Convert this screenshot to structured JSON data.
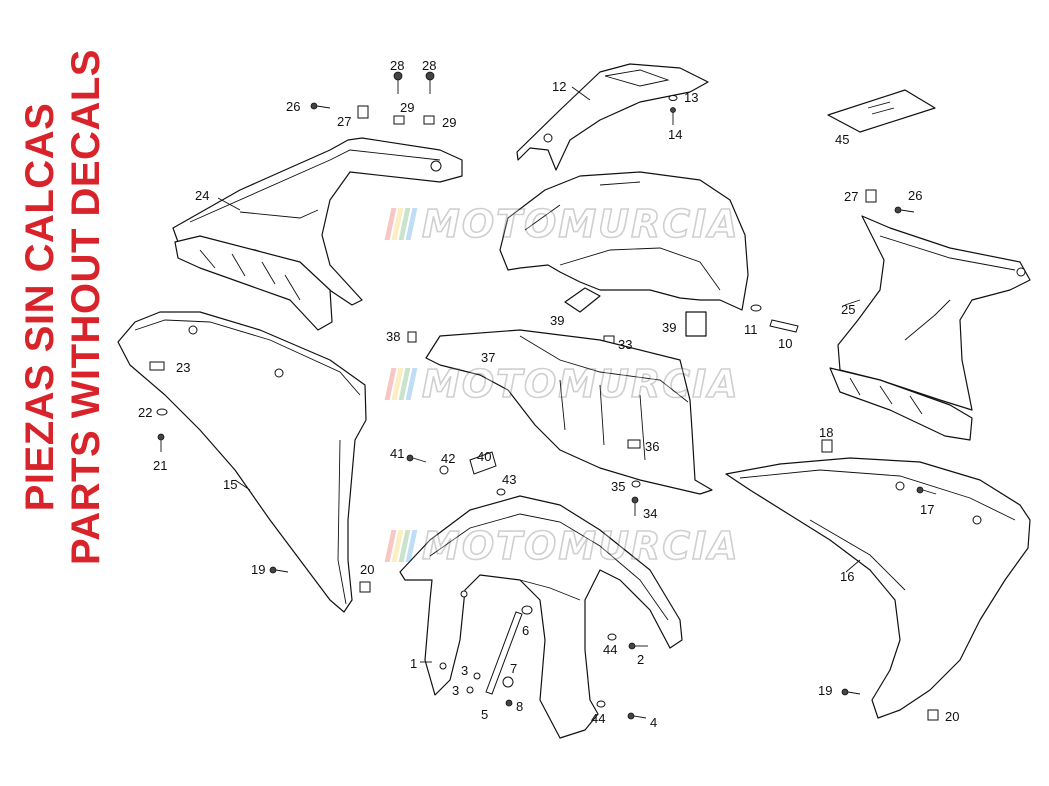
{
  "side_text": {
    "line1": "PIEZAS SIN CALCAS",
    "line2": "PARTS WITHOUT DECALS"
  },
  "watermark": {
    "text": "MOTOMURCIA",
    "stripe_colors": [
      "#e53935",
      "#fbc02d",
      "#43a047",
      "#1e88e5"
    ]
  },
  "colors": {
    "side_text": "#d8232a",
    "line_art": "#111111"
  },
  "callouts": [
    {
      "id": "c28a",
      "text": "28"
    },
    {
      "id": "c28b",
      "text": "28"
    },
    {
      "id": "c26a",
      "text": "26"
    },
    {
      "id": "c29a",
      "text": "29"
    },
    {
      "id": "c27a",
      "text": "27"
    },
    {
      "id": "c29b",
      "text": "29"
    },
    {
      "id": "c12",
      "text": "12"
    },
    {
      "id": "c13",
      "text": "13"
    },
    {
      "id": "c14",
      "text": "14"
    },
    {
      "id": "c45",
      "text": "45"
    },
    {
      "id": "c24",
      "text": "24"
    },
    {
      "id": "c27b",
      "text": "27"
    },
    {
      "id": "c26b",
      "text": "26"
    },
    {
      "id": "c25",
      "text": "25"
    },
    {
      "id": "c39a",
      "text": "39"
    },
    {
      "id": "c39b",
      "text": "39"
    },
    {
      "id": "c11",
      "text": "11"
    },
    {
      "id": "c10",
      "text": "10"
    },
    {
      "id": "c38",
      "text": "38"
    },
    {
      "id": "c37",
      "text": "37"
    },
    {
      "id": "c33",
      "text": "33"
    },
    {
      "id": "c23",
      "text": "23"
    },
    {
      "id": "c22",
      "text": "22"
    },
    {
      "id": "c21",
      "text": "21"
    },
    {
      "id": "c36",
      "text": "36"
    },
    {
      "id": "c18",
      "text": "18"
    },
    {
      "id": "c41",
      "text": "41"
    },
    {
      "id": "c42",
      "text": "42"
    },
    {
      "id": "c40",
      "text": "40"
    },
    {
      "id": "c43",
      "text": "43"
    },
    {
      "id": "c35",
      "text": "35"
    },
    {
      "id": "c34",
      "text": "34"
    },
    {
      "id": "c15",
      "text": "15"
    },
    {
      "id": "c17",
      "text": "17"
    },
    {
      "id": "c16",
      "text": "16"
    },
    {
      "id": "c19a",
      "text": "19"
    },
    {
      "id": "c20a",
      "text": "20"
    },
    {
      "id": "c6",
      "text": "6"
    },
    {
      "id": "c44a",
      "text": "44"
    },
    {
      "id": "c2",
      "text": "2"
    },
    {
      "id": "c1",
      "text": "1"
    },
    {
      "id": "c3a",
      "text": "3"
    },
    {
      "id": "c7",
      "text": "7"
    },
    {
      "id": "c3b",
      "text": "3"
    },
    {
      "id": "c8",
      "text": "8"
    },
    {
      "id": "c5",
      "text": "5"
    },
    {
      "id": "c44b",
      "text": "44"
    },
    {
      "id": "c4",
      "text": "4"
    },
    {
      "id": "c19b",
      "text": "19"
    },
    {
      "id": "c20b",
      "text": "20"
    }
  ]
}
